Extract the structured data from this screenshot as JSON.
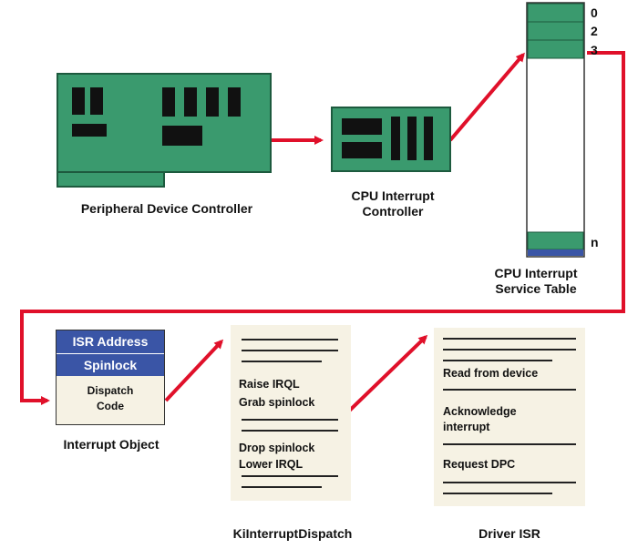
{
  "labels": {
    "device_controller": "Peripheral Device Controller",
    "cpu_controller_line1": "CPU Interrupt",
    "cpu_controller_line2": "Controller",
    "ist_line1": "CPU Interrupt",
    "ist_line2": "Service Table",
    "interrupt_object": "Interrupt Object",
    "ki_dispatch": "KiInterruptDispatch",
    "driver_isr": "Driver ISR"
  },
  "ist_indices": [
    "0",
    "2",
    "3",
    "n"
  ],
  "interrupt_object": {
    "isr_address": "ISR Address",
    "spinlock": "Spinlock",
    "dispatch_line1": "Dispatch",
    "dispatch_line2": "Code"
  },
  "ki_dispatch_doc": {
    "step1": "Raise IRQL",
    "step2": "Grab spinlock",
    "step3": "Drop spinlock",
    "step4": "Lower IRQL"
  },
  "driver_isr_doc": {
    "step1": "Read from device",
    "step2_line1": "Acknowledge",
    "step2_line2": "interrupt",
    "step3": "Request DPC"
  },
  "colors": {
    "board_green": "#3a9a6e",
    "chip_black": "#111111",
    "arrow_red": "#e0102a",
    "header_blue": "#3a55a6",
    "doc_bg": "#f6f2e4"
  }
}
